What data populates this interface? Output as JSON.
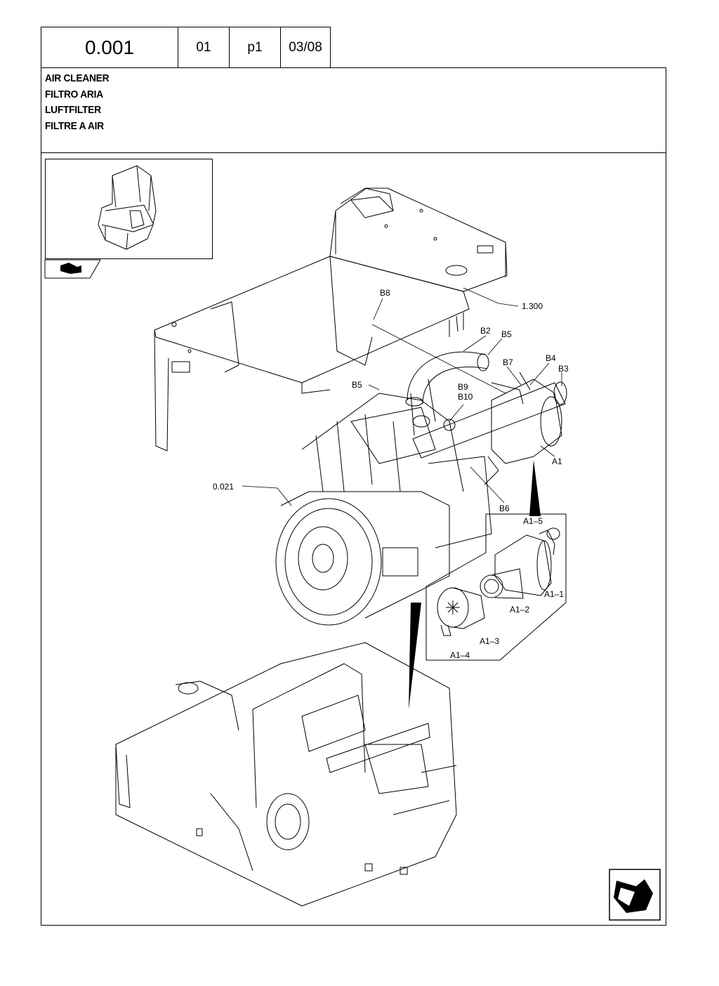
{
  "header": {
    "code": "0.001",
    "sub": "01",
    "page": "p1",
    "date": "03/08"
  },
  "titles": [
    "AIR CLEANER",
    "FILTRO ARIA",
    "LUFTFILTER",
    "FILTRE A AIR"
  ],
  "callouts": {
    "ref_1300": "1.300",
    "b8": "B8",
    "b2": "B2",
    "b5a": "B5",
    "b7": "B7",
    "b4": "B4",
    "b3": "B3",
    "b5b": "B5",
    "b9": "B9",
    "b10": "B10",
    "a1": "A1",
    "ref_0021": "0.021",
    "b6": "B6",
    "a1_5": "A1–5",
    "a1_1": "A1–1",
    "a1_2": "A1–2",
    "a1_3": "A1–3",
    "a1_4": "A1–4"
  }
}
